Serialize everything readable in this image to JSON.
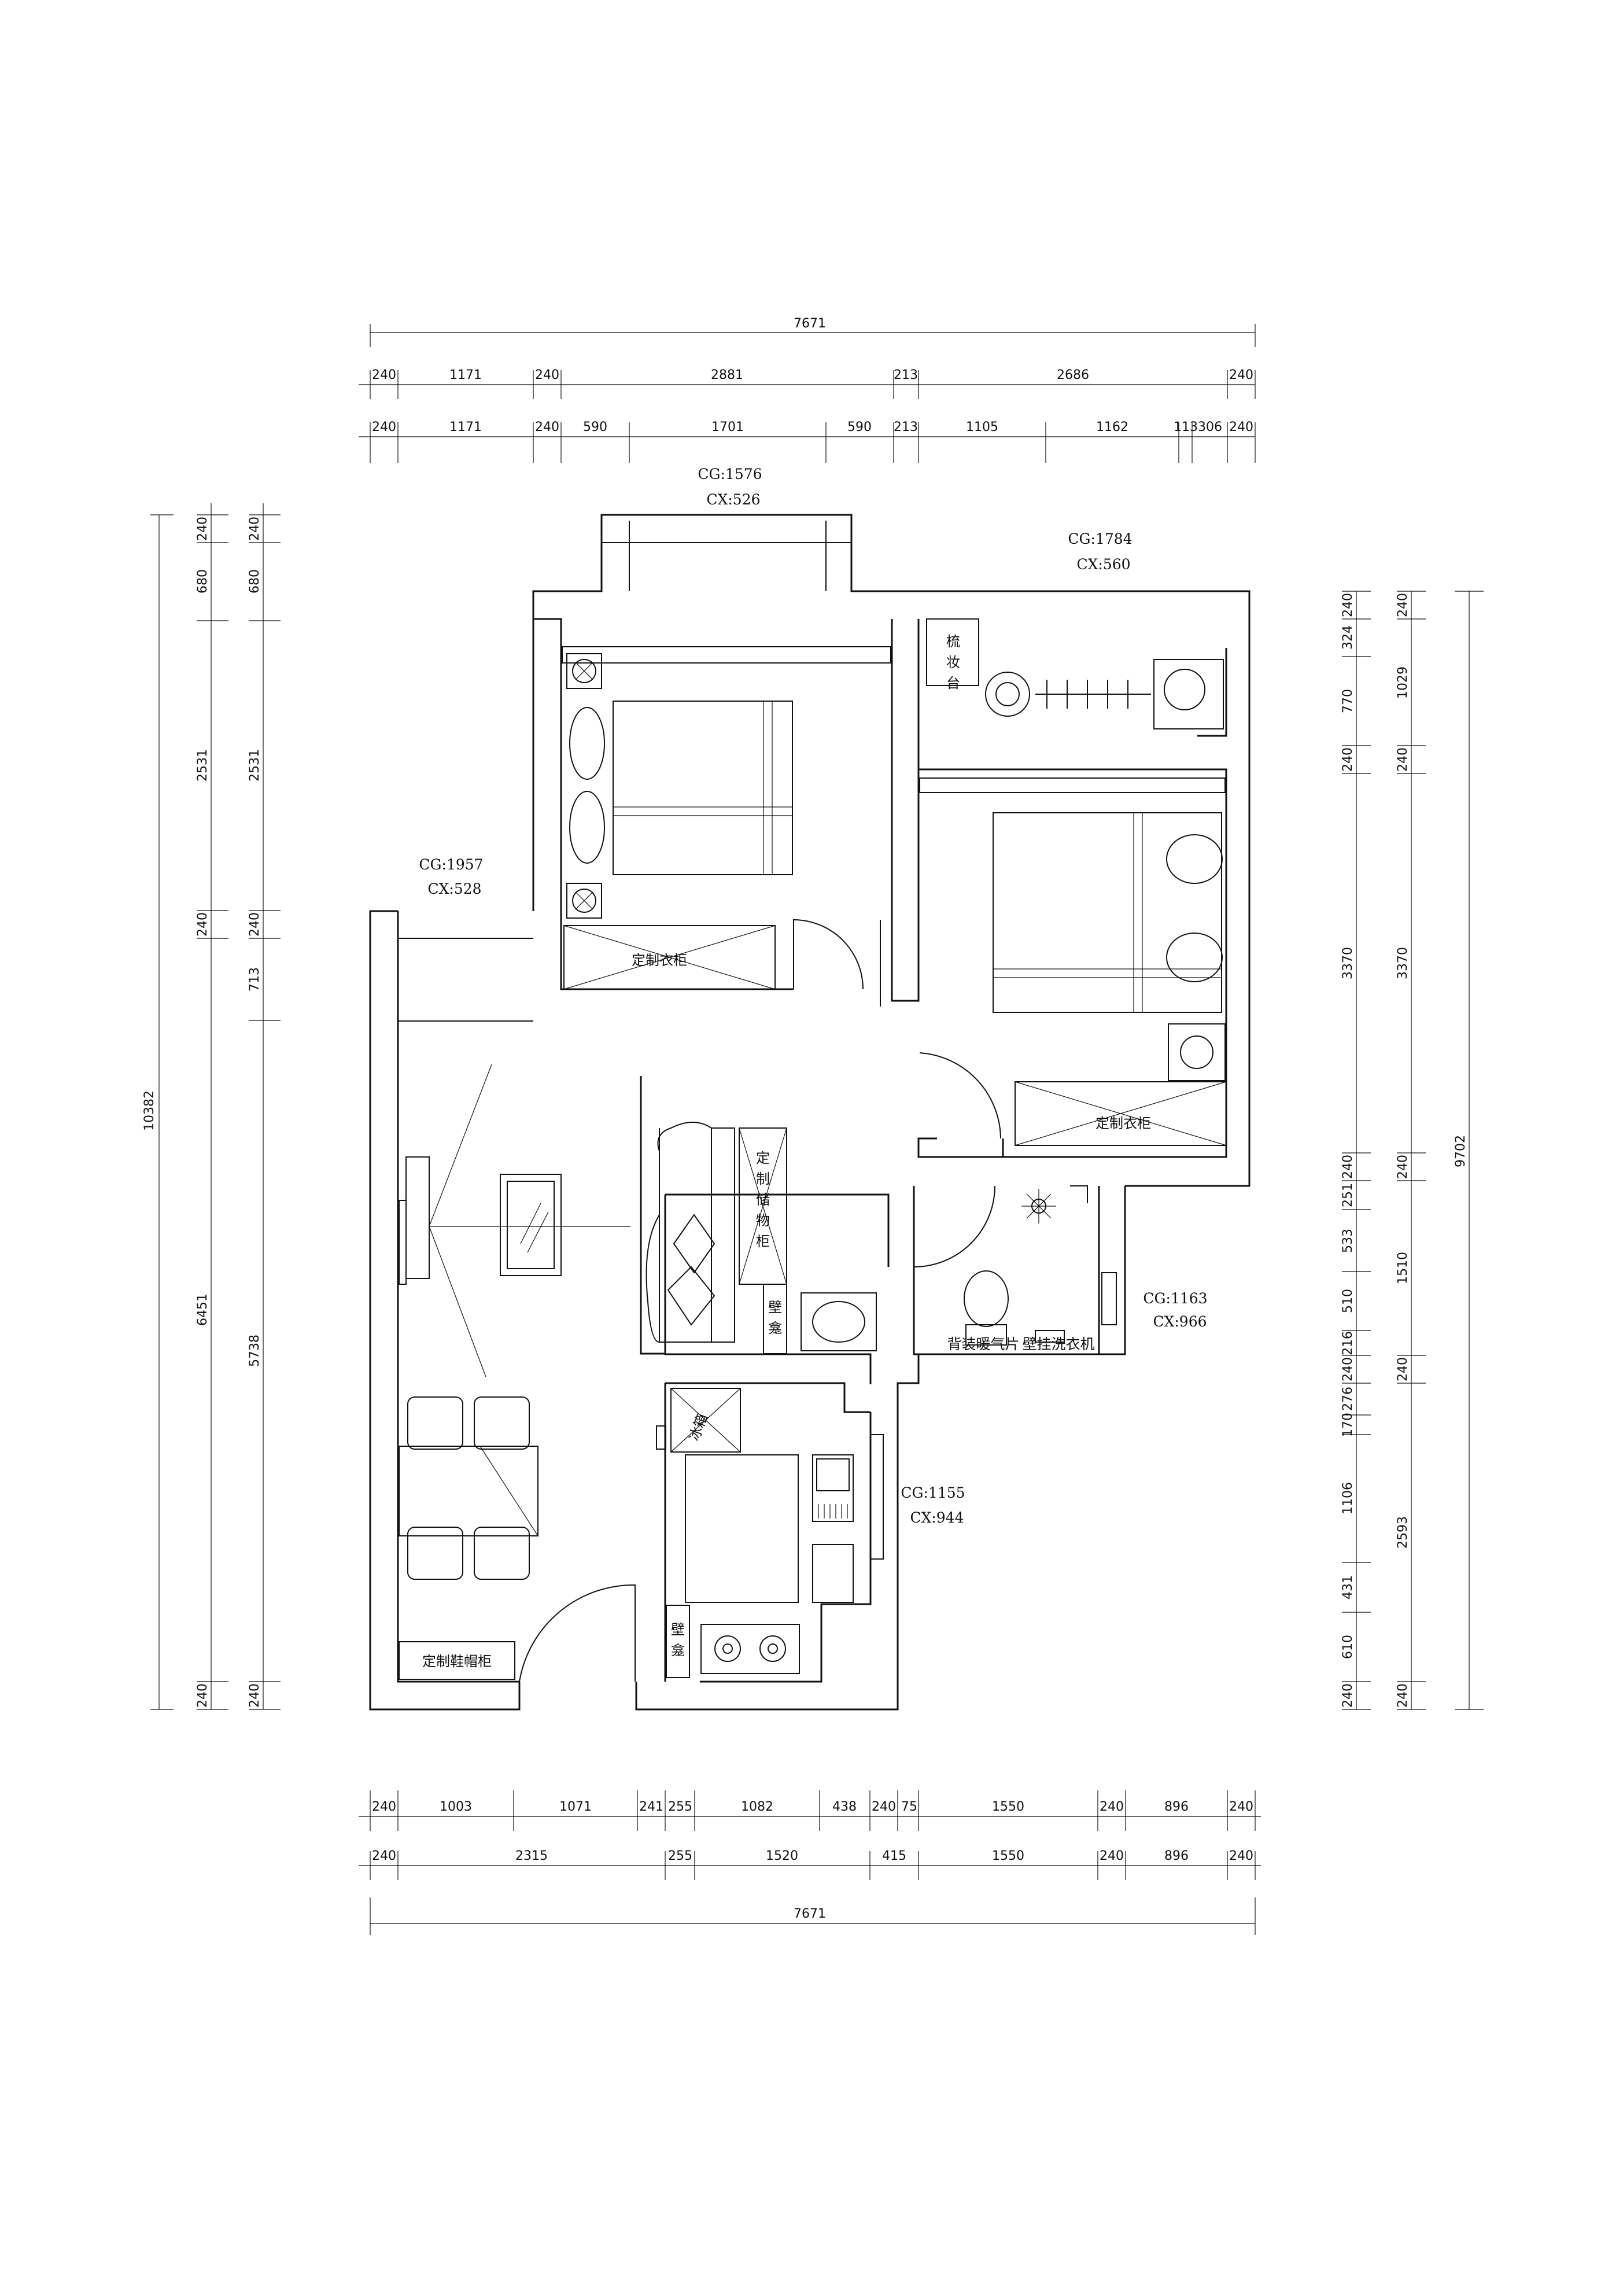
{
  "dimensions": {
    "top_total": "7671",
    "top_row1": [
      "240",
      "1171",
      "240",
      "2881",
      "213",
      "2686",
      "240"
    ],
    "top_row2": [
      "240",
      "1171",
      "240",
      "590",
      "1701",
      "590",
      "213",
      "1105",
      "1162",
      "113",
      "306",
      "240"
    ],
    "bottom_total": "7671",
    "bottom_row1": [
      "240",
      "1003",
      "1071",
      "241",
      "255",
      "1082",
      "438",
      "240",
      "75",
      "1550",
      "240",
      "896",
      "240"
    ],
    "bottom_row2": [
      "240",
      "2315",
      "255",
      "1520",
      "415",
      "1550",
      "240",
      "896",
      "240"
    ],
    "left_total": "10382",
    "left_col1": [
      "240",
      "680",
      "2531",
      "240",
      "6451",
      "240"
    ],
    "left_col2": [
      "240",
      "680",
      "2531",
      "240",
      "713",
      "5738",
      "240"
    ],
    "right_total": "9702",
    "right_col1": [
      "240",
      "324",
      "770",
      "240",
      "3370",
      "240",
      "251",
      "533",
      "510",
      "216",
      "240",
      "276",
      "170",
      "1106",
      "431",
      "610",
      "240"
    ],
    "right_col2": [
      "240",
      "1029",
      "240",
      "3370",
      "240",
      "1510",
      "240",
      "2593",
      "240"
    ]
  },
  "windows": [
    {
      "cg": "CG:1576",
      "cx": "CX:526"
    },
    {
      "cg": "CG:1784",
      "cx": "CX:560"
    },
    {
      "cg": "CG:1957",
      "cx": "CX:528"
    },
    {
      "cg": "CG:1163",
      "cx": "CX:966"
    },
    {
      "cg": "CG:1155",
      "cx": "CX:944"
    }
  ],
  "labels": {
    "wardrobe_1": "定制衣柜",
    "wardrobe_2": "定制衣柜",
    "dresser": [
      "梳",
      "妆",
      "台"
    ],
    "storage": [
      "定",
      "制",
      "储",
      "物",
      "柜"
    ],
    "niche_1": [
      "壁",
      "龛"
    ],
    "niche_2": [
      "壁",
      "龛"
    ],
    "radiator": "背装暖气片",
    "washer": "壁挂洗衣机",
    "shoe_cabinet": "定制鞋帽柜",
    "fridge": "冰箱"
  }
}
